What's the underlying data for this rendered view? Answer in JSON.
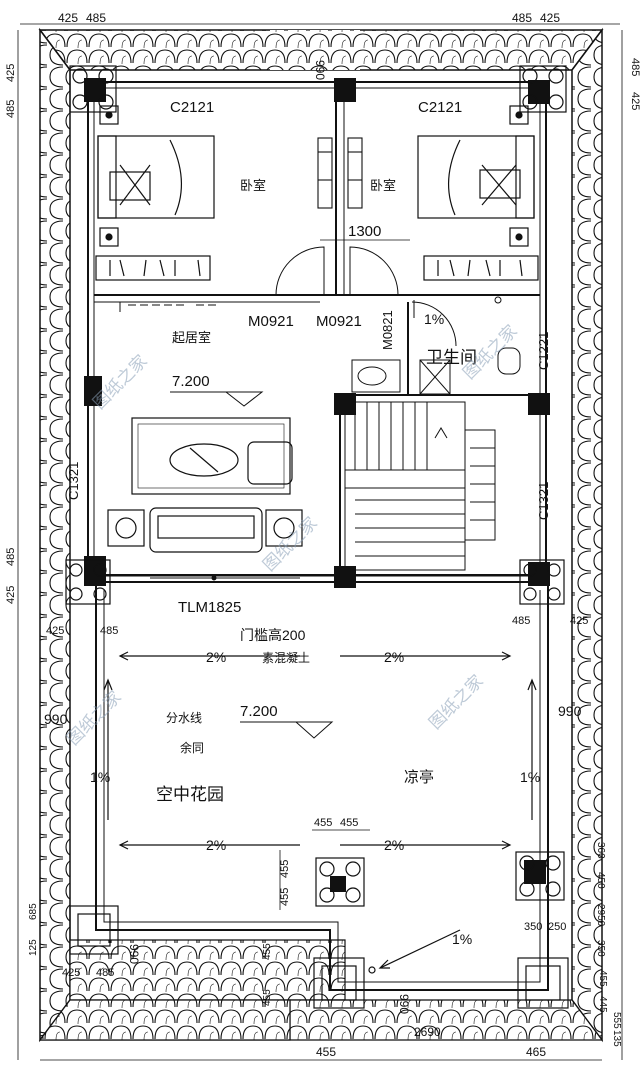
{
  "rooms": {
    "bedroom_left": "卧室",
    "bedroom_right": "卧室",
    "living": "起居室",
    "bathroom": "卫生间",
    "garden": "空中花园",
    "pavilion": "凉亭"
  },
  "codes": {
    "window_left": "C2121",
    "window_right": "C2121",
    "door_left": "M0921",
    "door_right": "M0921",
    "door_bath": "M0821",
    "door_slide": "TLM1825",
    "window_bath": "C1221",
    "window_living": "C1321",
    "window_stair": "C1321",
    "door_sill": "门槛高200",
    "concrete": "素混凝土",
    "divide_line": "分水线",
    "same_note": "余同"
  },
  "elevations": {
    "living": "7.200",
    "garden": "7.200"
  },
  "slopes": {
    "bath": "1%",
    "garden_top_left": "2%",
    "garden_top_right": "2%",
    "garden_bottom_left": "2%",
    "garden_bottom_right": "2%",
    "garden_left": "1%",
    "garden_right": "1%",
    "bottom_drain": "1%"
  },
  "dims": {
    "top_left": [
      "425",
      "485"
    ],
    "top_right": [
      "485",
      "425"
    ],
    "top_mid": "990",
    "left_top_a": "425",
    "left_top_b": "485",
    "right_top_a": "485",
    "right_top_b": "425",
    "door_gap": "1300",
    "left_mid_a": "485",
    "left_mid_b": "425",
    "garden_left_a": "425",
    "garden_left_b": "485",
    "garden_right_a": "485",
    "garden_right_b": "425",
    "garden_left_990": "990",
    "garden_right_990": "990",
    "post_top": [
      "455",
      "455"
    ],
    "post_side": [
      "455",
      "455"
    ],
    "right_col_dims": [
      "360",
      "450",
      "2950",
      "350"
    ],
    "right_small": [
      "350",
      "250"
    ],
    "left_bottom": [
      "425",
      "485"
    ],
    "left_bottom_side": [
      "685",
      "125"
    ],
    "bottom_left_990": "990",
    "bottom_990": "990",
    "bottom_455_side": [
      "455",
      "455"
    ],
    "bottom_row": [
      "455",
      "2690",
      "465"
    ],
    "right_bottom_side": [
      "455",
      "445",
      "555",
      "135"
    ]
  },
  "watermark": "图纸之家"
}
